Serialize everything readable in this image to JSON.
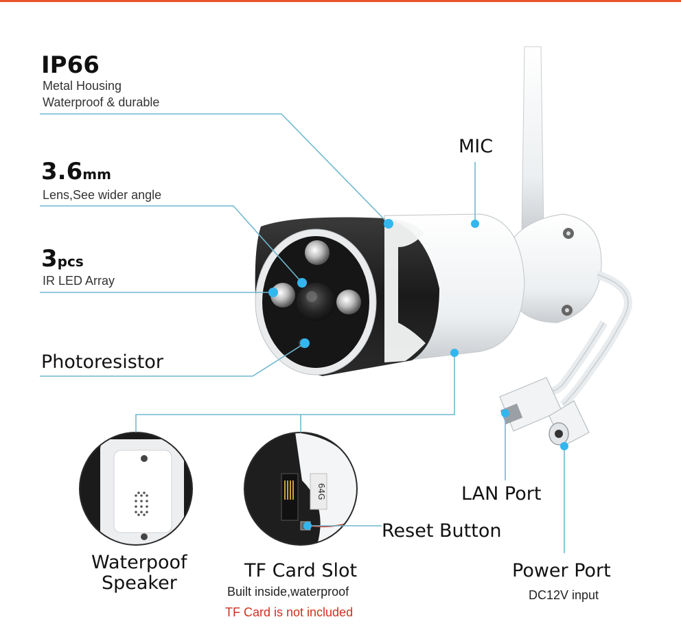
{
  "labels": {
    "ip66": {
      "title": "IP66",
      "line1": "Metal Housing",
      "line2": "Waterproof & durable"
    },
    "lens": {
      "title": "3.6",
      "unit": "mm",
      "line1": "Lens,See wider angle"
    },
    "ir": {
      "title": "3",
      "unit": "pcs",
      "line1": "IR LED Array"
    },
    "photoresistor": "Photoresistor",
    "mic": "MIC",
    "lan_port": "LAN Port",
    "reset_button": "Reset Button",
    "speaker_line1": "Waterpoof",
    "speaker_line2": "Speaker",
    "tf_card": {
      "title": "TF Card Slot",
      "line1": "Built inside,waterproof",
      "note": "TF Card is not included"
    },
    "power_port": {
      "title": "Power Port",
      "line1": "DC12V input"
    },
    "sd_card_text": "64G"
  },
  "colors": {
    "accent": "#e8542a",
    "leader_line": "#6fb8cf",
    "dot": "#33b6ee",
    "note_red": "#d03020"
  }
}
